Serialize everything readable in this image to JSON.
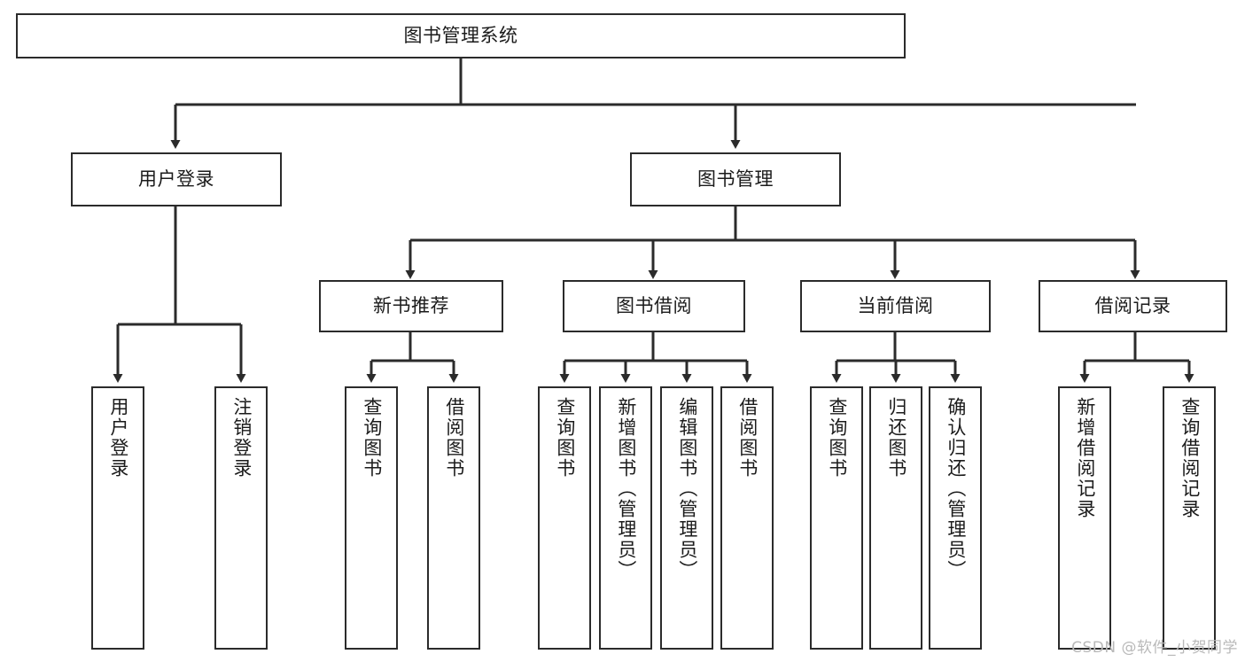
{
  "diagram": {
    "title": "图书管理系统",
    "type": "hierarchy-tree",
    "line_color": "#2b2b2b",
    "box_fill": "#ffffff",
    "text_color": "#1b1b1b",
    "root": {
      "label": "图书管理系统"
    },
    "level1": [
      {
        "label": "用户登录"
      },
      {
        "label": "图书管理"
      }
    ],
    "level2": [
      {
        "label": "新书推荐"
      },
      {
        "label": "图书借阅"
      },
      {
        "label": "当前借阅"
      },
      {
        "label": "借阅记录"
      }
    ],
    "leaves": {
      "user_login": [
        {
          "label": "用户登录"
        },
        {
          "label": "注销登录"
        }
      ],
      "new_book_recommend": [
        {
          "label": "查询图书"
        },
        {
          "label": "借阅图书"
        }
      ],
      "book_borrow": [
        {
          "label": "查询图书"
        },
        {
          "label": "新增图书（管理员）"
        },
        {
          "label": "编辑图书（管理员）"
        },
        {
          "label": "借阅图书"
        }
      ],
      "current_borrow": [
        {
          "label": "查询图书"
        },
        {
          "label": "归还图书"
        },
        {
          "label": "确认归还（管理员）"
        }
      ],
      "borrow_record": [
        {
          "label": "新增借阅记录"
        },
        {
          "label": "查询借阅记录"
        }
      ]
    }
  },
  "watermark": {
    "text": "CSDN @软件_小贺同学"
  }
}
